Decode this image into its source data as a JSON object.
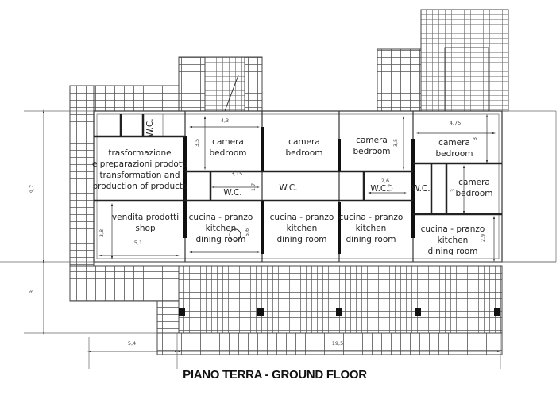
{
  "title": "PIANO TERRA - GROUND FLOOR",
  "rooms": {
    "wc_stair": "W.C.",
    "transformation": [
      "trasformazione",
      "e preparazioni prodotti",
      "transformation and",
      "production of products"
    ],
    "shop": [
      "vendita prodotti",
      "shop"
    ],
    "bed1": [
      "camera",
      "bedroom"
    ],
    "bed2": [
      "camera",
      "bedroom"
    ],
    "bed3": [
      "camera",
      "bedroom"
    ],
    "bed4": [
      "camera",
      "bedroom"
    ],
    "bed5": [
      "camera",
      "bedroom"
    ],
    "wc1": "W.C.",
    "wc2": "W.C.",
    "wc3": "W.C.",
    "wc4": "W.C.",
    "kit1": [
      "cucina - pranzo",
      "kitchen",
      "dining room"
    ],
    "kit2": [
      "cucina - pranzo",
      "kitchen",
      "dining room"
    ],
    "kit3": [
      "cucina - pranzo",
      "kitchen",
      "dining room"
    ],
    "kit4": [
      "cucina - pranzo",
      "kitchen",
      "dining room"
    ]
  },
  "dimensions": {
    "total_height": "9,7",
    "terrace_depth": "3",
    "left_width": "5,4",
    "main_width": "19,5",
    "bed1_width": "4,3",
    "bed1_depth": "3,5",
    "wc1_width": "3,15",
    "wc1_depth": "1,7",
    "shop_width": "5,1",
    "shop_depth": "3,8",
    "kit1_depth": "5,6",
    "bed3_depth": "3,5",
    "wc3_width": "2,6",
    "wc3_depth": "1,7",
    "bed4_width": "4,75",
    "bed4_depth": "3",
    "bed5_depth": "3",
    "kit4_depth": "2,9"
  }
}
